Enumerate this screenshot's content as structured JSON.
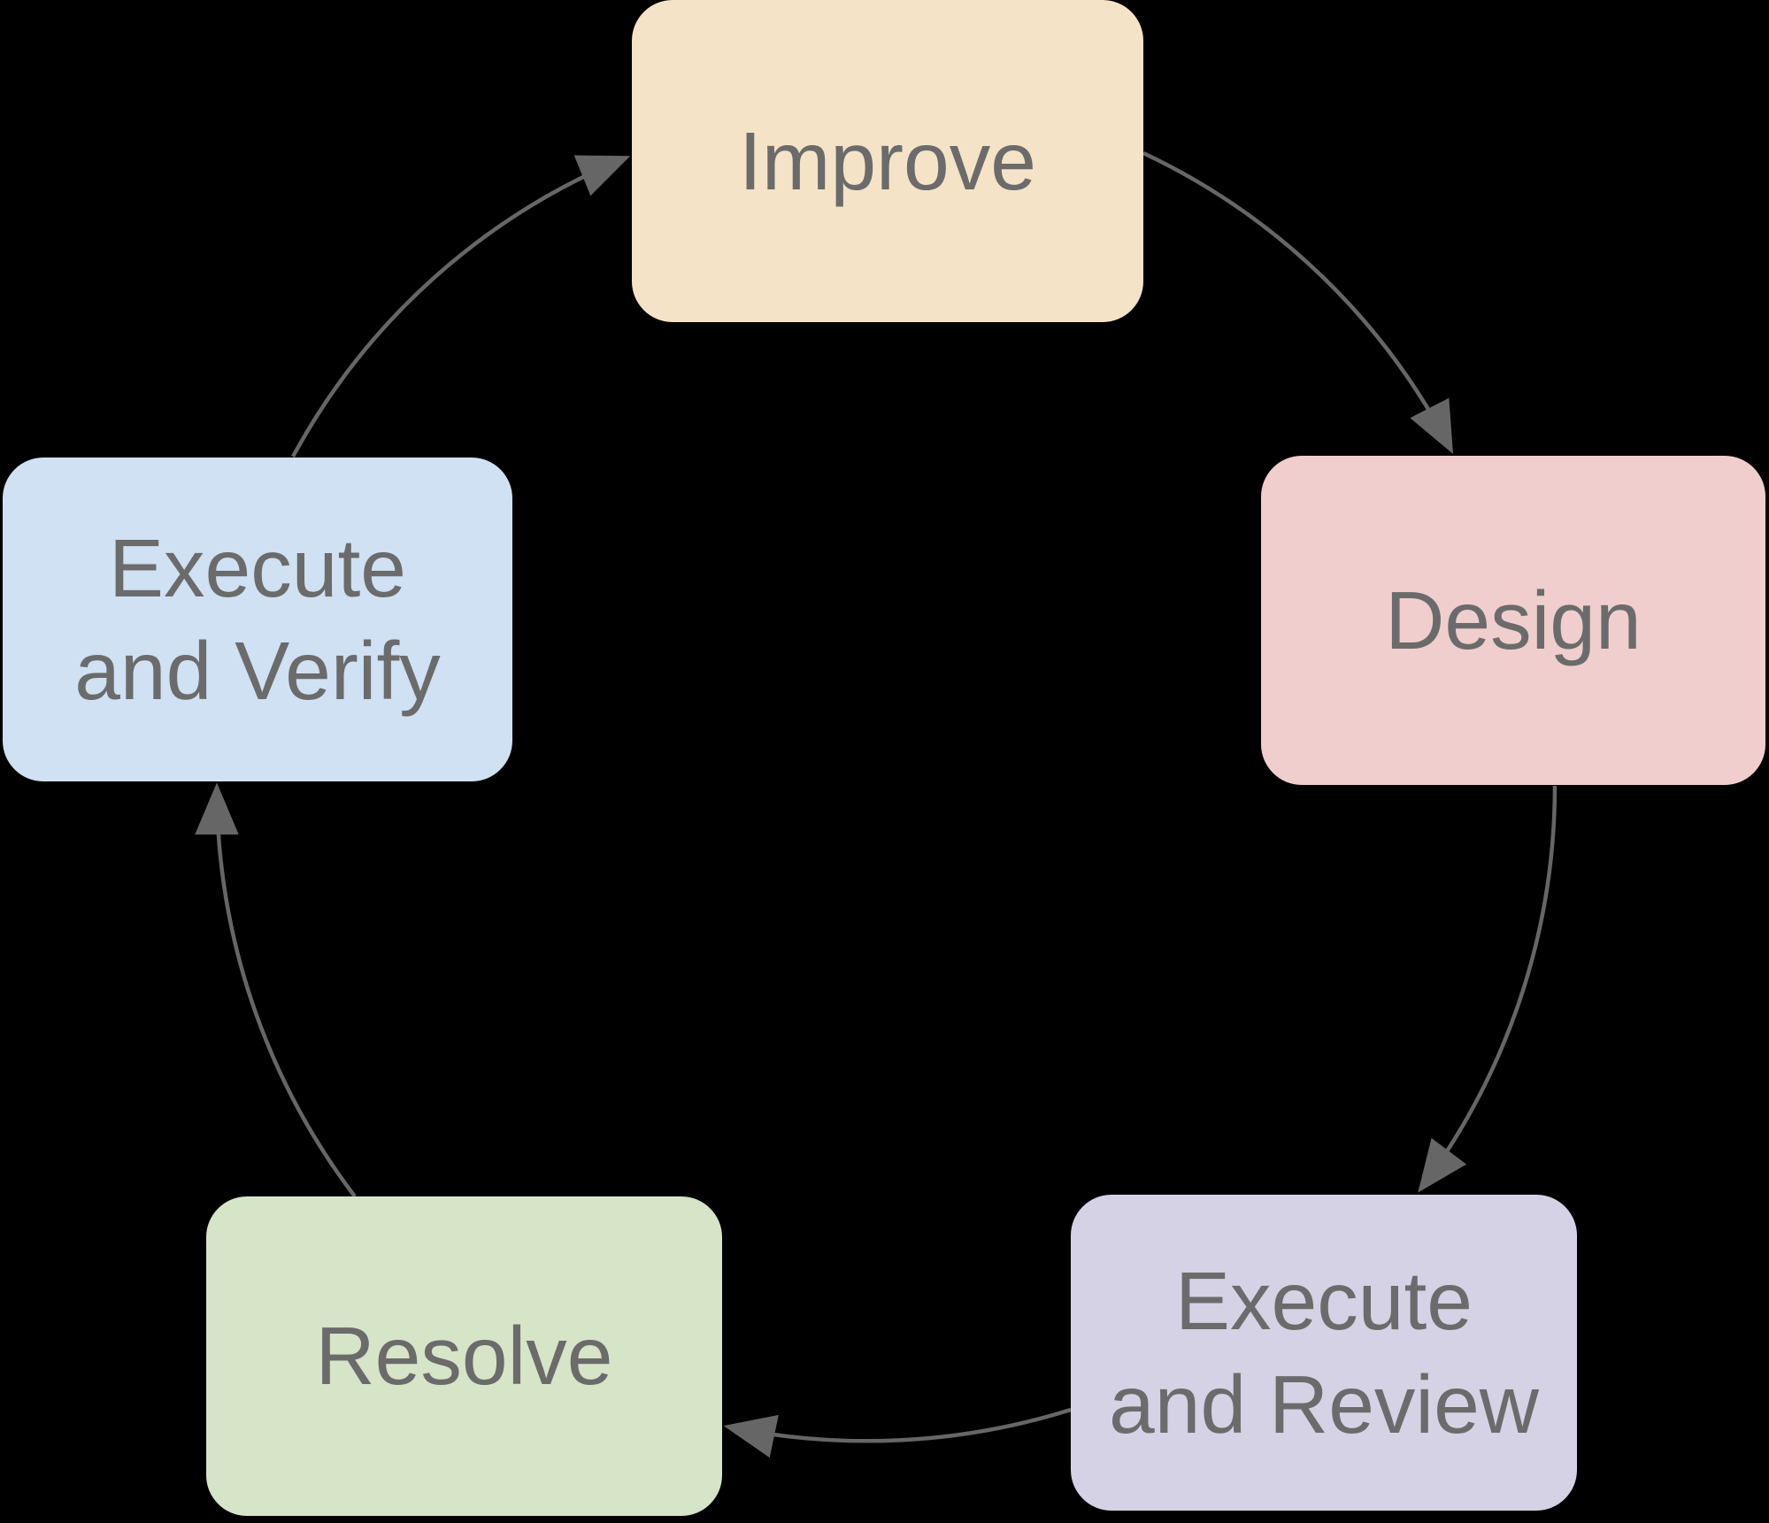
{
  "diagram": {
    "type": "cycle",
    "background": "#000000",
    "text_color": "#6B6B6B",
    "arrow_color": "#666666",
    "nodes": [
      {
        "id": "improve",
        "label": "Improve",
        "lines": [
          "Improve"
        ],
        "fill": "#F5E3C7"
      },
      {
        "id": "design",
        "label": "Design",
        "lines": [
          "Design"
        ],
        "fill": "#F0CECE"
      },
      {
        "id": "execute-review",
        "label": "Execute and Review",
        "lines": [
          "Execute",
          "and Review"
        ],
        "fill": "#D6D2E5"
      },
      {
        "id": "resolve",
        "label": "Resolve",
        "lines": [
          "Resolve"
        ],
        "fill": "#D6E4C8"
      },
      {
        "id": "execute-verify",
        "label": "Execute and Verify",
        "lines": [
          "Execute",
          "and Verify"
        ],
        "fill": "#CFE1F3"
      }
    ],
    "edges": [
      {
        "from": "improve",
        "to": "design"
      },
      {
        "from": "design",
        "to": "execute-review"
      },
      {
        "from": "execute-review",
        "to": "resolve"
      },
      {
        "from": "resolve",
        "to": "execute-verify"
      },
      {
        "from": "execute-verify",
        "to": "improve"
      }
    ]
  }
}
